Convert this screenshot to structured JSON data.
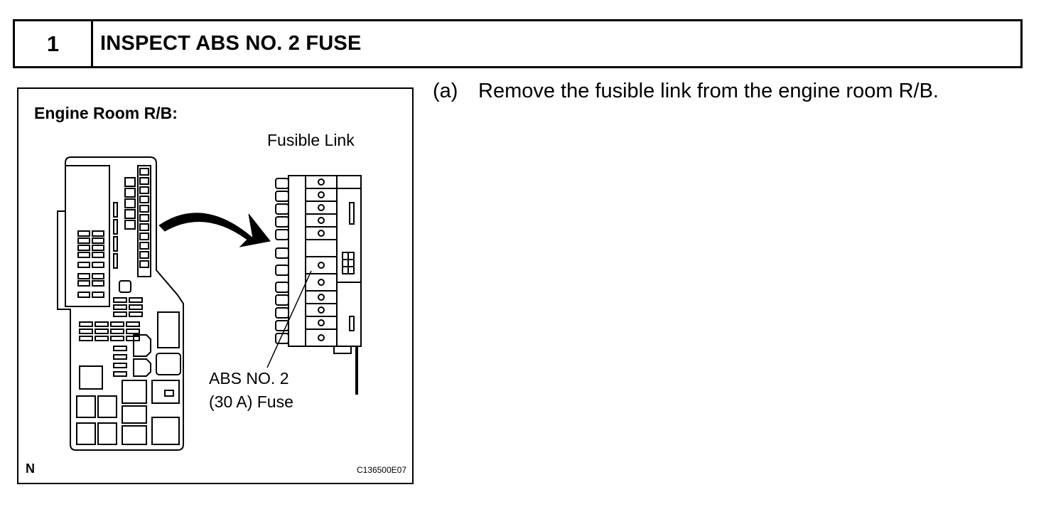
{
  "step": {
    "number": "1",
    "title": "INSPECT ABS NO. 2 FUSE"
  },
  "figure": {
    "heading": "Engine Room R/B:",
    "fusible_link_label": "Fusible Link",
    "fuse_label_line1": "ABS NO. 2",
    "fuse_label_line2": "(30 A) Fuse",
    "orientation_mark": "N",
    "figure_code": "C136500E07"
  },
  "instructions": [
    {
      "marker": "(a)",
      "text": "Remove the fusible link from the engine room R/B."
    }
  ]
}
